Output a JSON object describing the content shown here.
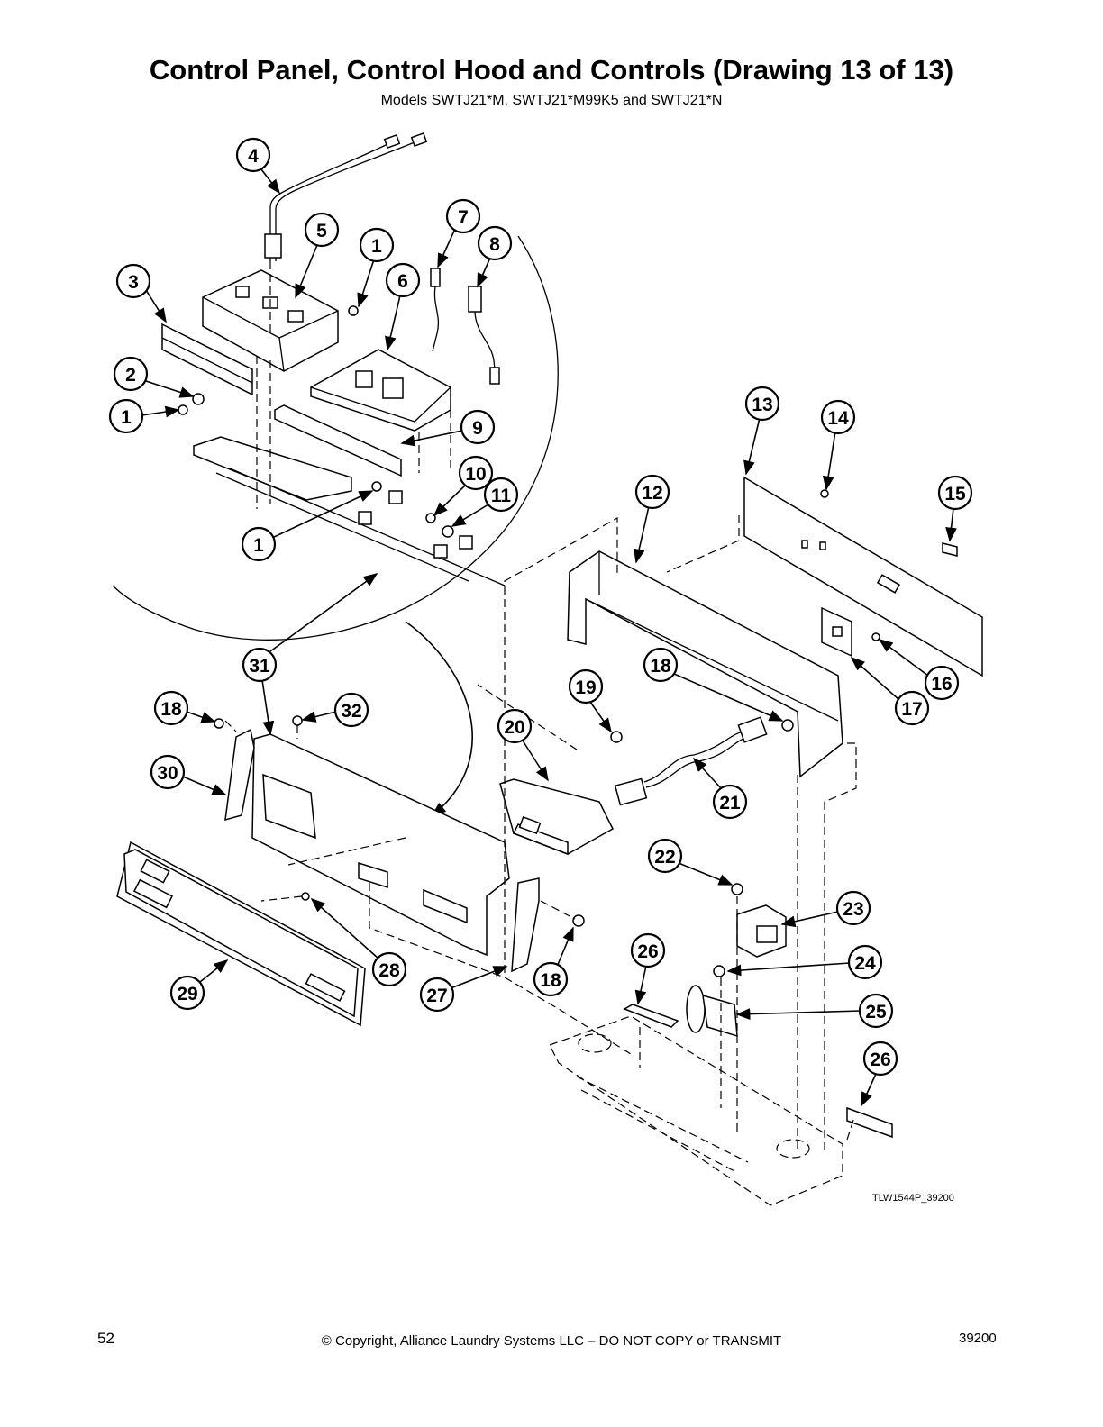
{
  "header": {
    "title": "Control Panel, Control Hood and Controls (Drawing 13 of 13)",
    "subtitle": "Models SWTJ21*M, SWTJ21*M99K5 and SWTJ21*N"
  },
  "diagram": {
    "callouts": [
      "1",
      "1",
      "1",
      "2",
      "3",
      "4",
      "5",
      "6",
      "7",
      "8",
      "9",
      "10",
      "11",
      "12",
      "13",
      "14",
      "15",
      "16",
      "17",
      "18",
      "18",
      "18",
      "19",
      "20",
      "21",
      "22",
      "23",
      "24",
      "25",
      "26",
      "26",
      "27",
      "28",
      "29",
      "30",
      "31",
      "32"
    ],
    "drawing_code": "TLW1544P_39200"
  },
  "footer": {
    "page_number": "52",
    "copyright": "© Copyright, Alliance Laundry Systems LLC – DO NOT COPY or TRANSMIT",
    "doc_number": "39200"
  }
}
